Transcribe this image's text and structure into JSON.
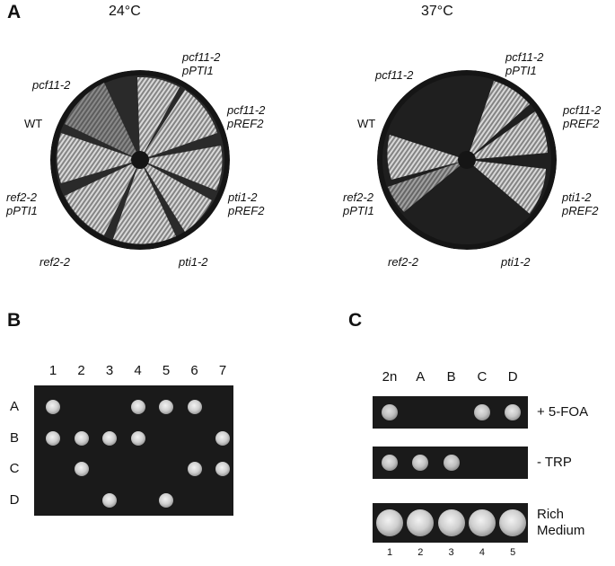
{
  "panelA": {
    "letter": "A",
    "left_plate": {
      "temperature": "24°C",
      "labels": {
        "pcf11_2": "pcf11-2",
        "pcf11_2_pPTI1_a": "pcf11-2",
        "pcf11_2_pPTI1_b": "pPTI1",
        "pcf11_2_pREF2_a": "pcf11-2",
        "pcf11_2_pREF2_b": "pREF2",
        "wt": "WT",
        "ref2_2_pPTI1_a": "ref2-2",
        "ref2_2_pPTI1_b": "pPTI1",
        "pti1_2_pREF2_a": "pti1-2",
        "pti1_2_pREF2_b": "pREF2",
        "ref2_2": "ref2-2",
        "pti1_2": "pti1-2"
      }
    },
    "right_plate": {
      "temperature": "37°C",
      "labels": {
        "pcf11_2": "pcf11-2",
        "pcf11_2_pPTI1_a": "pcf11-2",
        "pcf11_2_pPTI1_b": "pPTI1",
        "pcf11_2_pREF2_a": "pcf11-2",
        "pcf11_2_pREF2_b": "pREF2",
        "wt": "WT",
        "ref2_2_pPTI1_a": "ref2-2",
        "ref2_2_pPTI1_b": "pPTI1",
        "pti1_2_pREF2_a": "pti1-2",
        "pti1_2_pREF2_b": "pREF2",
        "ref2_2": "ref2-2",
        "pti1_2": "pti1-2"
      }
    }
  },
  "panelB": {
    "letter": "B",
    "columns": [
      "1",
      "2",
      "3",
      "4",
      "5",
      "6",
      "7"
    ],
    "rows": [
      "A",
      "B",
      "C",
      "D"
    ],
    "growth": [
      [
        1,
        0,
        0,
        1,
        1,
        1,
        0
      ],
      [
        1,
        1,
        1,
        1,
        0,
        0,
        1
      ],
      [
        0,
        1,
        0,
        0,
        0,
        1,
        1
      ],
      [
        0,
        0,
        1,
        0,
        1,
        0,
        0
      ]
    ]
  },
  "panelC": {
    "letter": "C",
    "columns": [
      "2n",
      "A",
      "B",
      "C",
      "D"
    ],
    "lanes": [
      "1",
      "2",
      "3",
      "4",
      "5"
    ],
    "strips": [
      {
        "label_lines": [
          "+ 5-FOA"
        ],
        "growth": [
          0.8,
          0,
          0,
          0.85,
          0.9
        ]
      },
      {
        "label_lines": [
          "- TRP"
        ],
        "growth": [
          0.85,
          0.85,
          0.8,
          0,
          0
        ]
      },
      {
        "label_lines": [
          "Rich",
          "Medium"
        ],
        "growth": [
          1,
          1,
          1,
          1,
          1
        ]
      }
    ]
  }
}
